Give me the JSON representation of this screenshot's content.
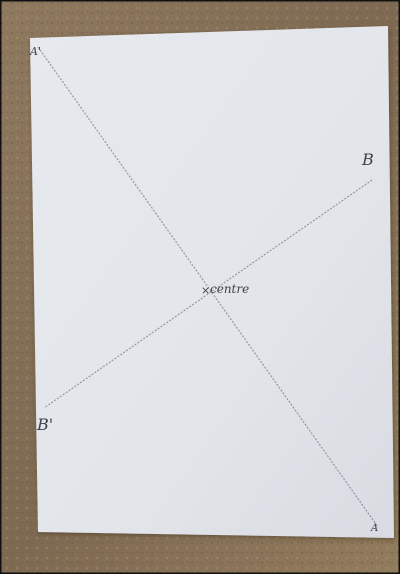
{
  "labels": {
    "a_prime": "A'",
    "a": "A",
    "b": "B",
    "b_prime": "B'",
    "centre_mark": "×",
    "centre_text": "centre"
  },
  "colors": {
    "background_surface": "#8a7358",
    "paper": "#e3e6eb",
    "pencil_line": "#7f8690",
    "handwriting": "#3e4148"
  }
}
